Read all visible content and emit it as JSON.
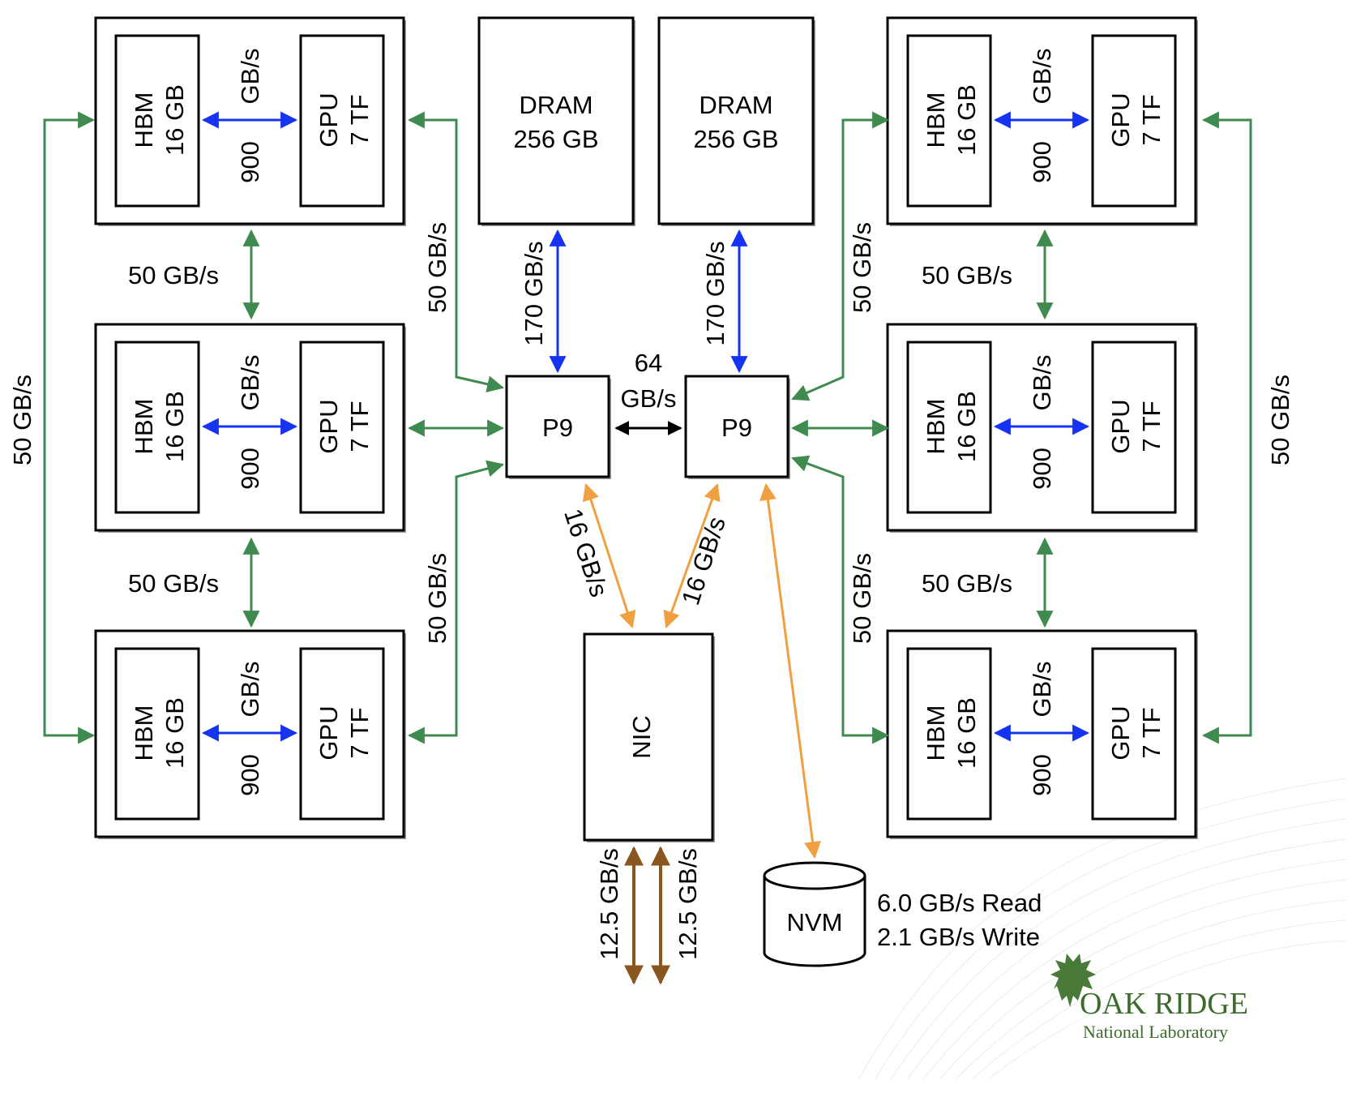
{
  "gpu_box": {
    "mem_line1": "HBM",
    "mem_line2": "16 GB",
    "bw_a": "GB/s",
    "bw_b": "900",
    "gpu_line1": "GPU",
    "gpu_line2": "7 TF"
  },
  "dram": {
    "line1": "DRAM",
    "line2": "256 GB"
  },
  "cpu_label": "P9",
  "nic_label": "NIC",
  "nvm_label": "NVM",
  "links": {
    "gpu_gpu": "50 GB/s",
    "gpu_cpu": "50 GB/s",
    "outer": "50 GB/s",
    "dram_cpu": "170 GB/s",
    "cpu_cpu_a": "64",
    "cpu_cpu_b": "GB/s",
    "cpu_nic": "16 GB/s",
    "nic_net": "12.5 GB/s"
  },
  "nvm_read": "6.0 GB/s Read",
  "nvm_write": "2.1 GB/s Write",
  "logo": {
    "line1": "OAK RIDGE",
    "line2": "National Laboratory"
  },
  "colors": {
    "nvlink": "#3f8a4f",
    "hbm": "#1533f0",
    "pcie": "#f0a040",
    "network": "#8a5620",
    "xbus": "#000000"
  }
}
